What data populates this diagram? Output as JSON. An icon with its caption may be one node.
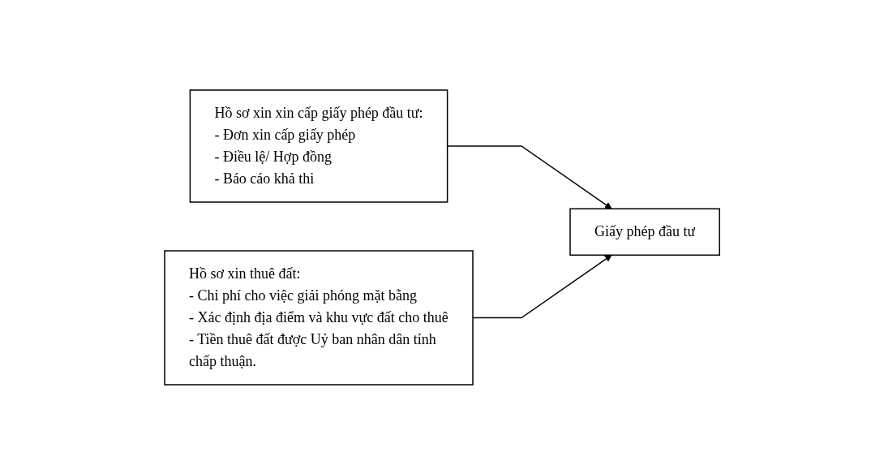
{
  "diagram": {
    "nodes": [
      {
        "text": [
          "Hồ sơ xin xin cấp giấy phép đầu tư:",
          "- Đơn xin cấp giấy phép",
          "- Điều lệ/ Hợp đồng",
          "- Báo cáo khả thi"
        ]
      },
      {
        "text": [
          "Hồ sơ xin thuê đất:",
          "- Chi phí cho việc giải phóng mặt bằng",
          "- Xác định địa điểm và khu vực đất cho thuê",
          "- Tiền thuê đất được Uỷ ban nhân dân tỉnh chấp thuận."
        ]
      },
      {
        "text": [
          "Giấy phép đầu tư"
        ]
      }
    ],
    "edges": [
      {
        "from": 0,
        "to": 2,
        "arrow": "to"
      },
      {
        "from": 1,
        "to": 2,
        "arrow": "to"
      }
    ]
  }
}
